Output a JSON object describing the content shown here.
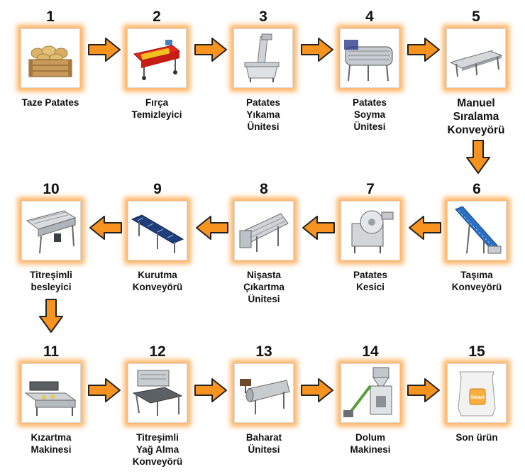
{
  "steps": [
    {
      "number": "1",
      "label": "Taze Patates",
      "icon": "potato-crate-icon"
    },
    {
      "number": "2",
      "label": "Fırça\nTemizleyici",
      "icon": "brush-washer-machine-icon"
    },
    {
      "number": "3",
      "label": "Patates\nYıkama\nÜnitesi",
      "icon": "washing-unit-icon"
    },
    {
      "number": "4",
      "label": "Patates\nSoyma\nÜnitesi",
      "icon": "peeling-machine-icon"
    },
    {
      "number": "5",
      "label": "Manuel\nSıralama\nKonveyörü",
      "icon": "sorting-conveyor-icon"
    },
    {
      "number": "6",
      "label": "Taşıma\nKonveyörü",
      "icon": "incline-conveyor-icon"
    },
    {
      "number": "7",
      "label": "Patates\nKesici",
      "icon": "potato-cutter-icon"
    },
    {
      "number": "8",
      "label": "Nişasta\nÇıkartma\nÜnitesi",
      "icon": "starch-removal-drum-icon"
    },
    {
      "number": "9",
      "label": "Kurutma\nKonveyörü",
      "icon": "drying-conveyor-icon"
    },
    {
      "number": "10",
      "label": "Titreşimli\nbesleyici",
      "icon": "vibrating-feeder-icon"
    },
    {
      "number": "11",
      "label": "Kızartma\nMakinesi",
      "icon": "fryer-machine-icon"
    },
    {
      "number": "12",
      "label": "Titreşimli\nYağ Alma\nKonveyörü",
      "icon": "deoiling-conveyor-icon"
    },
    {
      "number": "13",
      "label": "Baharat\nÜnitesi",
      "icon": "seasoning-drum-icon"
    },
    {
      "number": "14",
      "label": "Dolum\nMakinesi",
      "icon": "filling-machine-icon"
    },
    {
      "number": "15",
      "label": "Son ürün",
      "icon": "chip-bag-icon"
    }
  ],
  "product_bag_text": "Smart",
  "colors": {
    "arrow": "#f7931e",
    "arrow_outline": "#222222",
    "glow": "#ff9628"
  }
}
